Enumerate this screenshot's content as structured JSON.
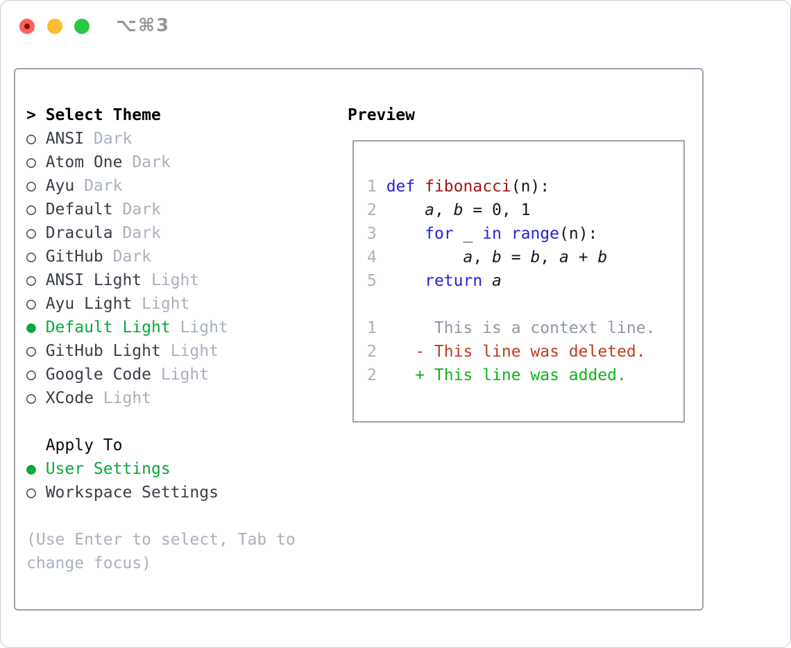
{
  "colors": {
    "traffic_red": "#ff5f57",
    "traffic_yellow": "#febc2e",
    "traffic_green": "#28c840",
    "border_gray": "#9aa3ae",
    "text_dark": "#383e47",
    "muted_gray": "#a9b1bd",
    "context_gray": "#8f97a1",
    "selected_green": "#0aa83c",
    "added_green": "#11b317",
    "deleted_red": "#c23b22",
    "keyword_blue": "#2222dd",
    "function_red": "#a31515"
  },
  "window": {
    "title": "⌥⌘3"
  },
  "glyphs": {
    "cursor": ">",
    "bullet_unselected": "○",
    "bullet_selected": "●"
  },
  "theme_list": {
    "header": "Select Theme",
    "items": [
      {
        "name": "ANSI",
        "variant": "Dark",
        "selected": false
      },
      {
        "name": "Atom One",
        "variant": "Dark",
        "selected": false
      },
      {
        "name": "Ayu",
        "variant": "Dark",
        "selected": false
      },
      {
        "name": "Default",
        "variant": "Dark",
        "selected": false
      },
      {
        "name": "Dracula",
        "variant": "Dark",
        "selected": false
      },
      {
        "name": "GitHub",
        "variant": "Dark",
        "selected": false
      },
      {
        "name": "ANSI Light",
        "variant": "Light",
        "selected": false
      },
      {
        "name": "Ayu Light",
        "variant": "Light",
        "selected": false
      },
      {
        "name": "Default Light",
        "variant": "Light",
        "selected": true
      },
      {
        "name": "GitHub Light",
        "variant": "Light",
        "selected": false
      },
      {
        "name": "Google Code",
        "variant": "Light",
        "selected": false
      },
      {
        "name": "XCode",
        "variant": "Light",
        "selected": false
      }
    ]
  },
  "apply_to": {
    "header": "Apply To",
    "items": [
      {
        "name": "User Settings",
        "selected": true
      },
      {
        "name": "Workspace Settings",
        "selected": false
      }
    ]
  },
  "help_text": "(Use Enter to select, Tab to change focus)",
  "preview": {
    "title": "Preview",
    "code_lines": [
      {
        "num": "1",
        "tokens": [
          {
            "t": " ",
            "s": "p"
          },
          {
            "t": "def",
            "s": "kw"
          },
          {
            "t": " ",
            "s": "p"
          },
          {
            "t": "fibonacci",
            "s": "fn"
          },
          {
            "t": "(n):",
            "s": "p"
          }
        ]
      },
      {
        "num": "2",
        "tokens": [
          {
            "t": "     ",
            "s": "p"
          },
          {
            "t": "a",
            "s": "v"
          },
          {
            "t": ", ",
            "s": "p"
          },
          {
            "t": "b",
            "s": "v"
          },
          {
            "t": " = 0, 1",
            "s": "p"
          }
        ]
      },
      {
        "num": "3",
        "tokens": [
          {
            "t": "     ",
            "s": "p"
          },
          {
            "t": "for",
            "s": "kw"
          },
          {
            "t": " _ ",
            "s": "p"
          },
          {
            "t": "in",
            "s": "kw"
          },
          {
            "t": " ",
            "s": "p"
          },
          {
            "t": "range",
            "s": "kw"
          },
          {
            "t": "(n):",
            "s": "p"
          }
        ]
      },
      {
        "num": "4",
        "tokens": [
          {
            "t": "         ",
            "s": "p"
          },
          {
            "t": "a",
            "s": "v"
          },
          {
            "t": ", ",
            "s": "p"
          },
          {
            "t": "b",
            "s": "v"
          },
          {
            "t": " = ",
            "s": "p"
          },
          {
            "t": "b",
            "s": "v"
          },
          {
            "t": ", ",
            "s": "p"
          },
          {
            "t": "a",
            "s": "v"
          },
          {
            "t": " + ",
            "s": "p"
          },
          {
            "t": "b",
            "s": "v"
          }
        ]
      },
      {
        "num": "5",
        "tokens": [
          {
            "t": "     ",
            "s": "p"
          },
          {
            "t": "return",
            "s": "kw"
          },
          {
            "t": " ",
            "s": "p"
          },
          {
            "t": "a",
            "s": "v"
          }
        ]
      }
    ],
    "diff_lines": [
      {
        "num": "1",
        "kind": "context",
        "body": "      This is a context line."
      },
      {
        "num": "2",
        "kind": "deleted",
        "body": "    - This line was deleted."
      },
      {
        "num": "2",
        "kind": "added",
        "body": "    + This line was added."
      }
    ]
  }
}
